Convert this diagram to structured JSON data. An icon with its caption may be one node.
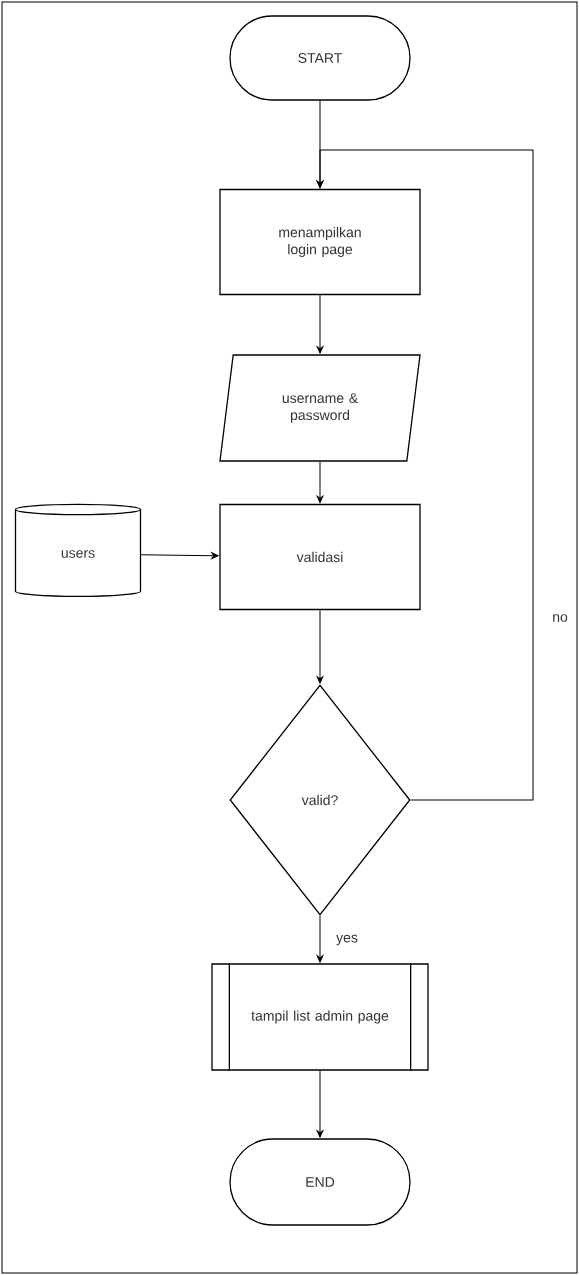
{
  "diagram": {
    "nodes": [
      {
        "text": [
          "START"
        ]
      },
      {
        "text": [
          "menampilkan login page"
        ]
      },
      {
        "text": [
          "username & password"
        ]
      },
      {
        "text": [
          "users"
        ]
      },
      {
        "text": [
          "validasi"
        ]
      },
      {
        "text": [
          "valid?"
        ]
      },
      {
        "text": [
          "tampil list admin page"
        ]
      },
      {
        "text": [
          "END"
        ]
      }
    ],
    "edges": [
      {
        "from": 0,
        "to": 1,
        "arrow": "to"
      },
      {
        "from": 1,
        "to": 2,
        "arrow": "to"
      },
      {
        "from": 2,
        "to": 4,
        "arrow": "to"
      },
      {
        "from": 3,
        "to": 4,
        "arrow": "to"
      },
      {
        "from": 4,
        "to": 5,
        "arrow": "to"
      },
      {
        "from": 5,
        "to": 6,
        "arrow": "to",
        "label": "yes"
      },
      {
        "from": 5,
        "to": 1,
        "arrow": "to",
        "label": "no"
      },
      {
        "from": 6,
        "to": 7,
        "arrow": "to"
      }
    ]
  }
}
